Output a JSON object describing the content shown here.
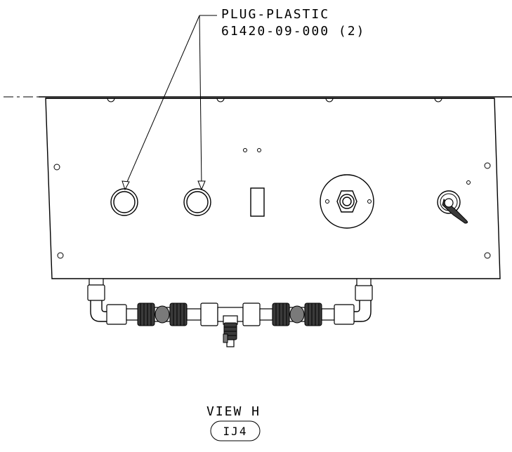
{
  "callout": {
    "line1": "PLUG-PLASTIC",
    "line2": "61420-09-000 (2)"
  },
  "view": {
    "label": "VIEW H",
    "reference": "IJ4"
  }
}
